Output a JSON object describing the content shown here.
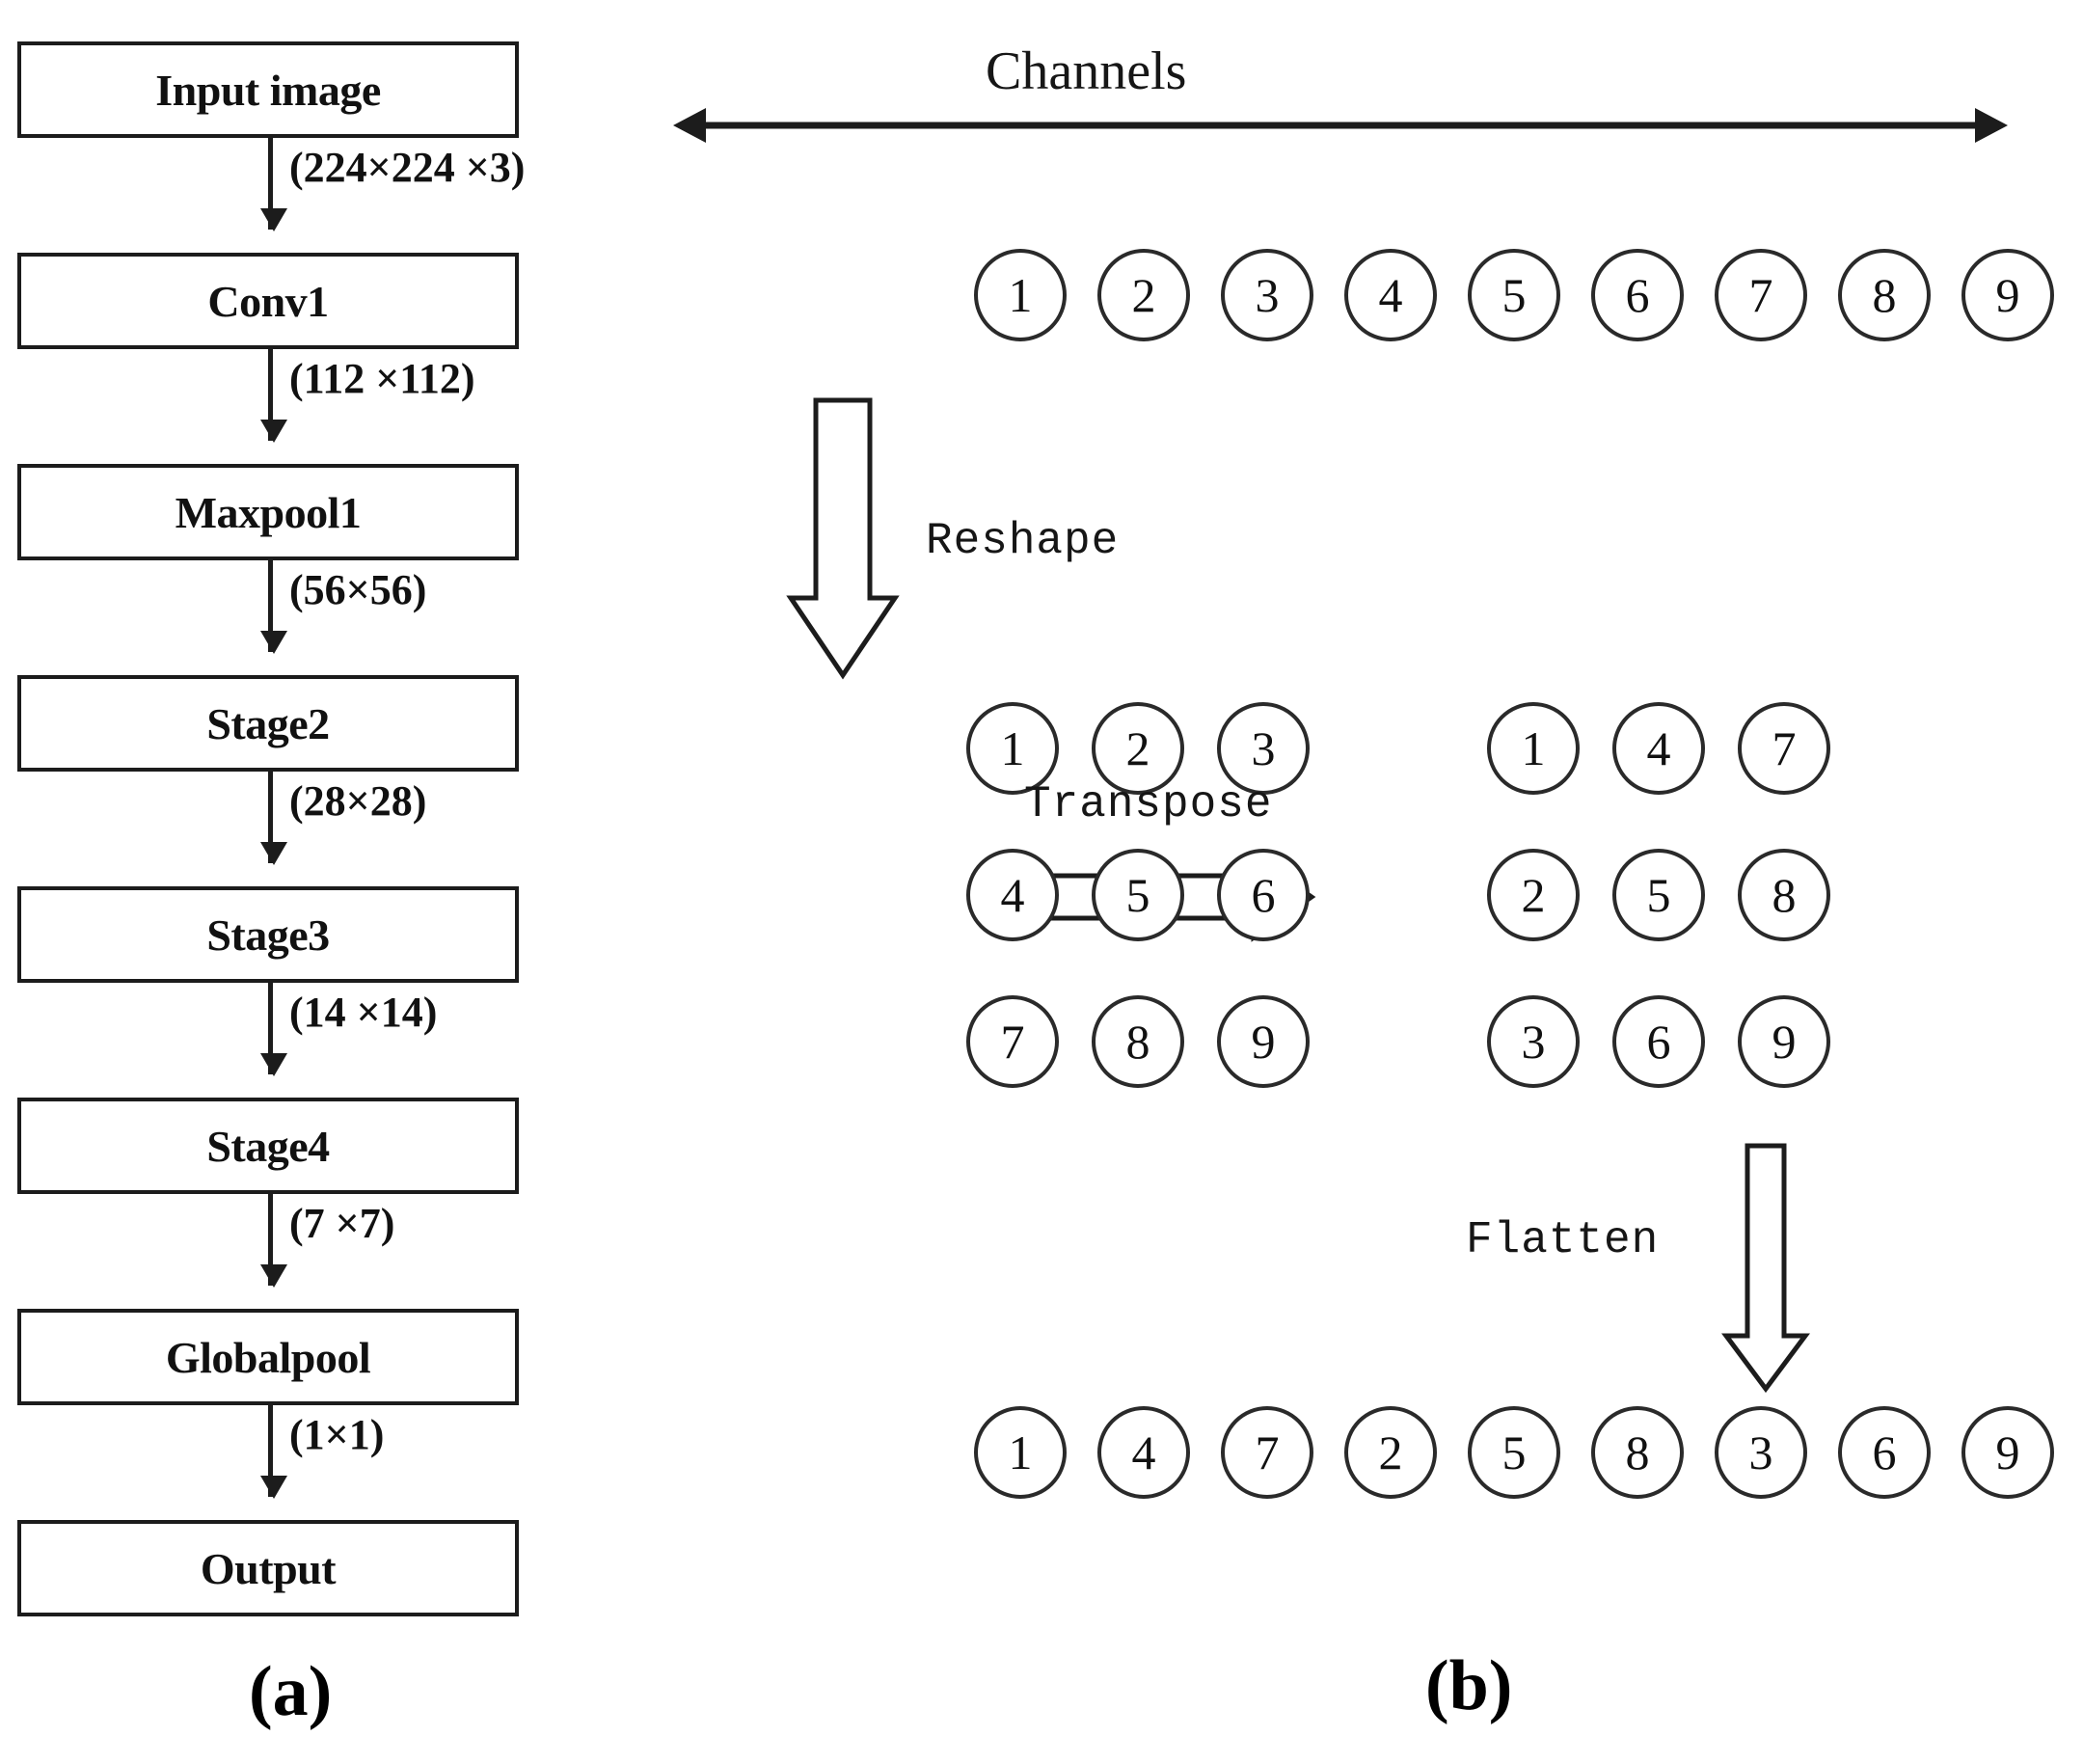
{
  "figure": {
    "panel_a_caption": "(a)",
    "panel_b_caption": "(b)"
  },
  "panel_a": {
    "title": "network-pipeline",
    "boxes": [
      {
        "label": "Input image"
      },
      {
        "label": "Conv1"
      },
      {
        "label": "Maxpool1"
      },
      {
        "label": "Stage2"
      },
      {
        "label": "Stage3"
      },
      {
        "label": "Stage4"
      },
      {
        "label": "Globalpool"
      },
      {
        "label": "Output"
      }
    ],
    "arrow_labels": [
      "(224×224 ×3)",
      "(112 ×112)",
      "(56×56)",
      "(28×28)",
      "(14 ×14)",
      "(7 ×7)",
      "(1×1)"
    ]
  },
  "panel_b": {
    "axis_label": "Channels",
    "channel_row": [
      "1",
      "2",
      "3",
      "4",
      "5",
      "6",
      "7",
      "8",
      "9"
    ],
    "reshape_label": "Reshape",
    "grid_before": [
      [
        "1",
        "2",
        "3"
      ],
      [
        "4",
        "5",
        "6"
      ],
      [
        "7",
        "8",
        "9"
      ]
    ],
    "transpose_label": "Transpose",
    "grid_after": [
      [
        "1",
        "4",
        "7"
      ],
      [
        "2",
        "5",
        "8"
      ],
      [
        "3",
        "6",
        "9"
      ]
    ],
    "flatten_label": "Flatten",
    "flat_row": [
      "1",
      "4",
      "7",
      "2",
      "5",
      "8",
      "3",
      "6",
      "9"
    ]
  },
  "colors": {
    "stroke": "#1c1c1c",
    "node_stroke": "#2a2a2a",
    "text": "#111111",
    "background": "#ffffff"
  }
}
